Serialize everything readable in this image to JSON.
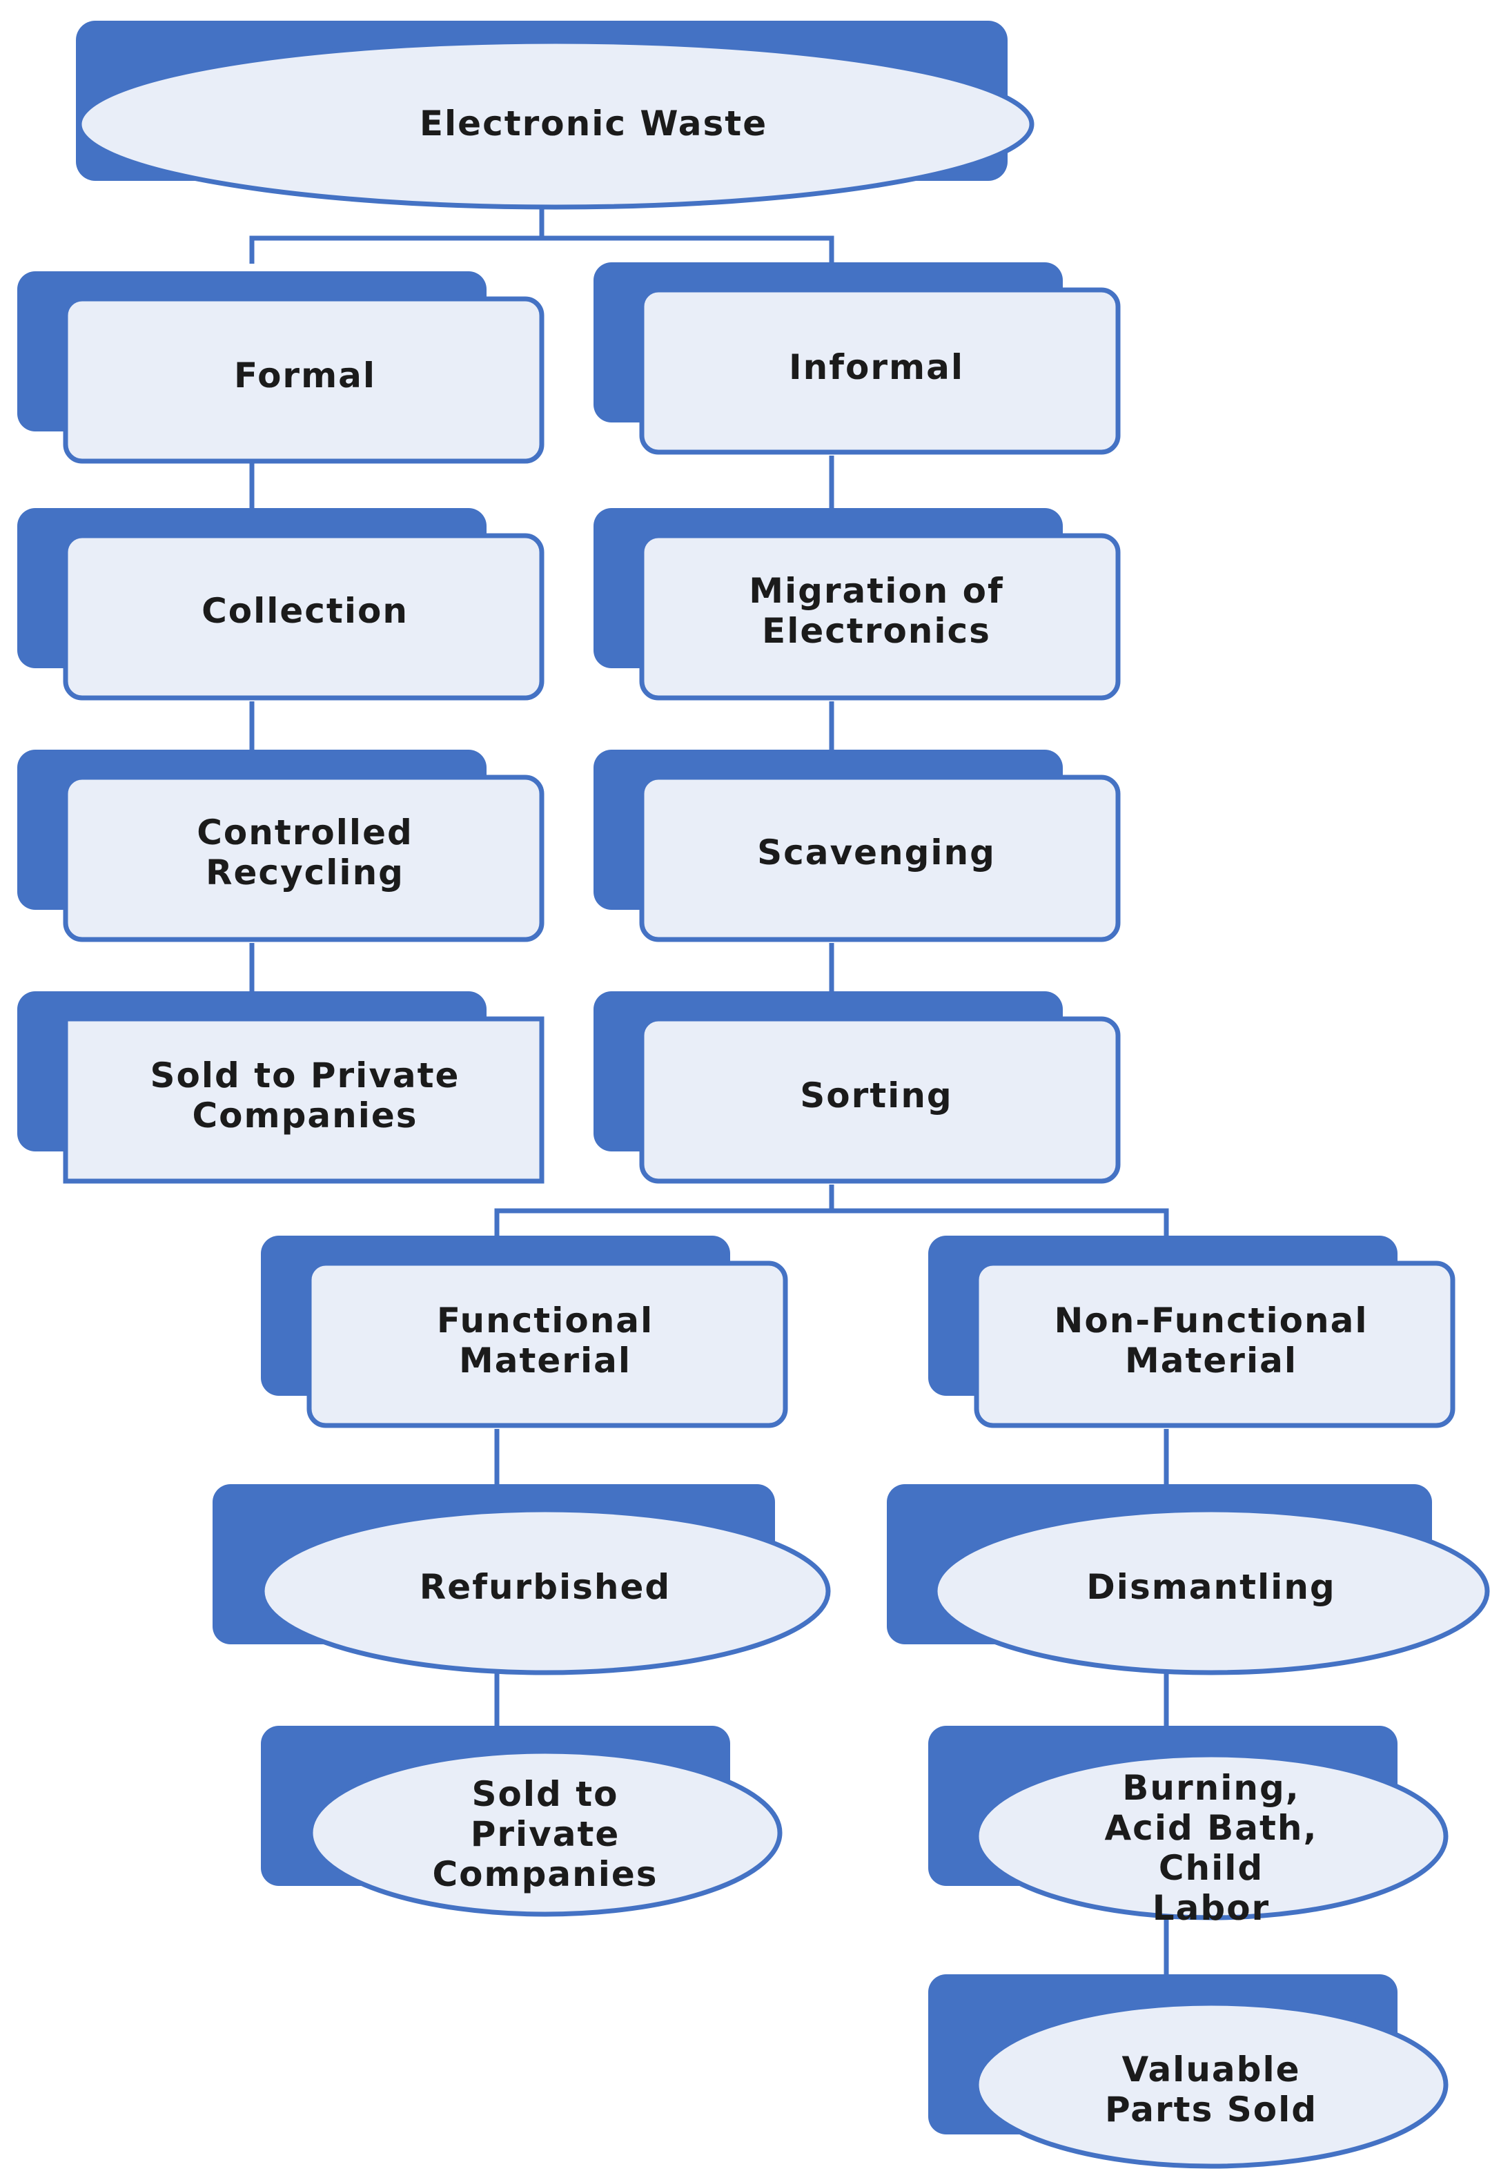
{
  "colors": {
    "accent": "#4472c4",
    "fill": "#e9eef8",
    "connector": "#4472c4",
    "text": "#1b1b1b"
  },
  "nodes": {
    "root": [
      "Electronic Waste"
    ],
    "formal": [
      "Formal"
    ],
    "collection": [
      "Collection"
    ],
    "controlled_recycling": [
      "Controlled",
      "Recycling"
    ],
    "sold_formal": [
      "Sold to Private",
      "Companies"
    ],
    "informal": [
      "Informal"
    ],
    "migration": [
      "Migration of",
      "Electronics"
    ],
    "scavenging": [
      "Scavenging"
    ],
    "sorting": [
      "Sorting"
    ],
    "functional": [
      "Functional",
      "Material"
    ],
    "non_functional": [
      "Non-Functional",
      "Material"
    ],
    "refurbished": [
      "Refurbished"
    ],
    "dismantling": [
      "Dismantling"
    ],
    "sold_refurb": [
      "Sold to",
      "Private",
      "Companies"
    ],
    "burning": [
      "Burning,",
      "Acid Bath,",
      "Child",
      "Labor"
    ],
    "valuable": [
      "Valuable",
      "Parts Sold"
    ]
  }
}
